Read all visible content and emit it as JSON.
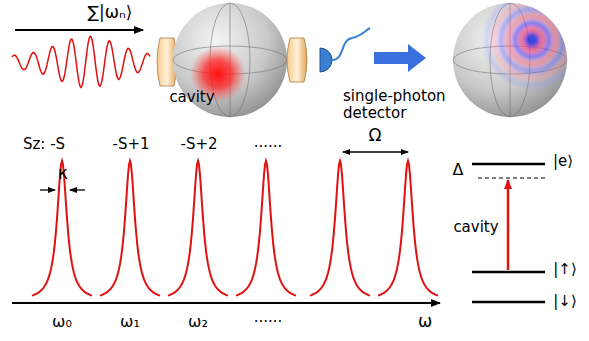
{
  "diagram": {
    "labels": [
      "∑|ωₙ⟩",
      "cavity",
      "single-photon detector",
      "Sz: -S",
      "-S+1",
      "-S+2",
      "......",
      "κ",
      "Ω",
      "ω₀",
      "ω₁",
      "ω₂",
      "......",
      "ω",
      "Δ",
      "|e⟩",
      "cavity",
      "|↑⟩",
      "|↓⟩"
    ]
  }
}
